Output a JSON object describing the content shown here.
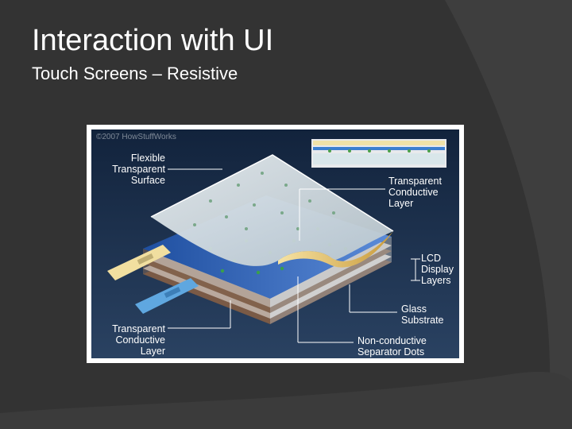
{
  "slide": {
    "title": "Interaction with UI",
    "subtitle": "Touch Screens – Resistive"
  },
  "figure": {
    "copyright": "©2007 HowStuffWorks",
    "labels": {
      "flexible_1": "Flexible",
      "flexible_2": "Transparent",
      "flexible_3": "Surface",
      "tcl_top_1": "Transparent",
      "tcl_top_2": "Conductive",
      "tcl_top_3": "Layer",
      "lcd_1": "LCD",
      "lcd_2": "Display",
      "lcd_3": "Layers",
      "glass_1": "Glass",
      "glass_2": "Substrate",
      "tcl_bot_1": "Transparent",
      "tcl_bot_2": "Conductive",
      "tcl_bot_3": "Layer",
      "nonc_1": "Non-conductive",
      "nonc_2": "Separator Dots"
    }
  },
  "colors": {
    "background": "#333333",
    "swoosh": "#3d3d3d",
    "diagram_bg": "#1b2f4d",
    "text": "#ffffff"
  }
}
